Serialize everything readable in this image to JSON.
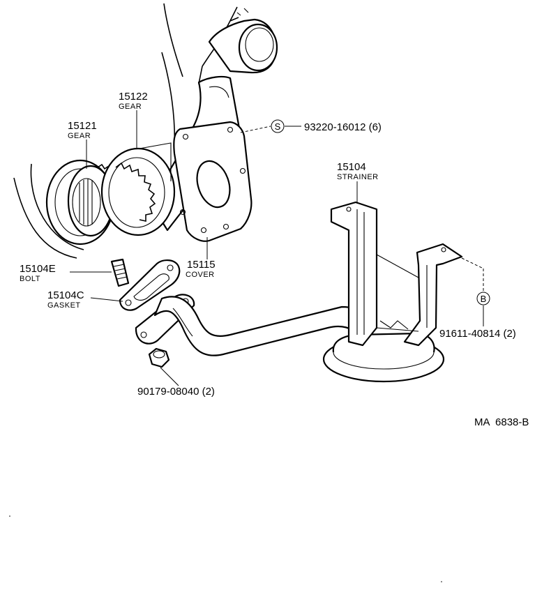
{
  "diagram": {
    "code": "MA  6838-B",
    "callouts": [
      {
        "id": "gear_15122",
        "part_no": "15122",
        "name": "GEAR"
      },
      {
        "id": "gear_15121",
        "part_no": "15121",
        "name": "GEAR"
      },
      {
        "id": "bolt",
        "part_no": "15104E",
        "name": "BOLT"
      },
      {
        "id": "gasket",
        "part_no": "15104C",
        "name": "GASKET"
      },
      {
        "id": "cover",
        "part_no": "15115",
        "name": "COVER"
      },
      {
        "id": "strainer",
        "part_no": "15104",
        "name": "STRAINER"
      },
      {
        "id": "screw",
        "part_no": "93220-16012 (6)",
        "marker": "S"
      },
      {
        "id": "bolt_b",
        "part_no": "91611-40814 (2)",
        "marker": "B"
      },
      {
        "id": "nut",
        "part_no": "90179-08040 (2)"
      }
    ]
  }
}
